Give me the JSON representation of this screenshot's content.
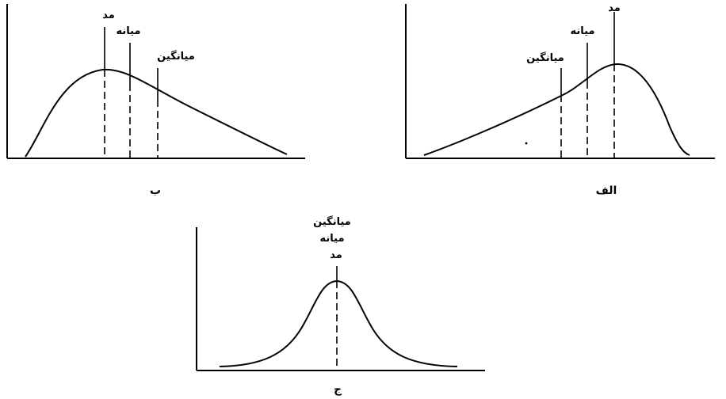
{
  "panels": {
    "alef": {
      "caption": "الف",
      "labels": {
        "mode": "مد",
        "median": "میانه",
        "mean": "میانگین"
      }
    },
    "be": {
      "caption": "ب",
      "labels": {
        "mode": "مد",
        "median": "میانه",
        "mean": "میانگین"
      }
    },
    "jim": {
      "caption": "ج",
      "labels": {
        "mean": "میانگین",
        "median": "میانه",
        "mode": "مد"
      }
    }
  }
}
